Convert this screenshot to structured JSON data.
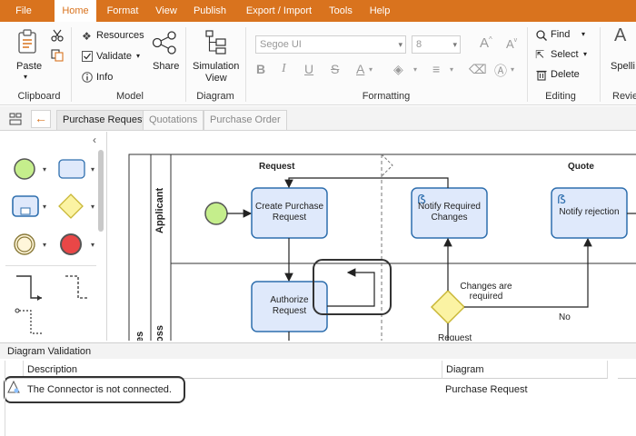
{
  "menu": {
    "items": [
      "File",
      "Home",
      "Format",
      "View",
      "Publish",
      "Export / Import",
      "Tools",
      "Help"
    ],
    "active": "Home"
  },
  "ribbon": {
    "clipboard": {
      "paste": "Paste",
      "label": "Clipboard"
    },
    "model": {
      "resources": "Resources",
      "validate": "Validate",
      "info": "Info",
      "share": "Share",
      "label": "Model"
    },
    "diagram": {
      "simulation_line1": "Simulation",
      "simulation_line2": "View",
      "label": "Diagram"
    },
    "formatting": {
      "font": "Segoe UI",
      "size": "8",
      "label": "Formatting"
    },
    "editing": {
      "find": "Find",
      "select": "Select",
      "delete": "Delete",
      "label": "Editing"
    },
    "review": {
      "spelling": "Spelli",
      "label": "Revie"
    }
  },
  "doc_tabs": [
    "Purchase Request",
    "Quotations",
    "Purchase Order"
  ],
  "diagram": {
    "section_request": "Request",
    "section_quote": "Quote",
    "lane_applicant": "Applicant",
    "lane_second_partial": "oss",
    "lane_third_partial": "es",
    "task_create": [
      "Create Purchase",
      "Request"
    ],
    "task_authorize": [
      "Authorize",
      "Request"
    ],
    "task_notify_changes": [
      "Notify Required",
      "Changes"
    ],
    "task_notify_rejection": "Notify rejection",
    "label_changes": [
      "Changes are",
      "required"
    ],
    "label_no": "No",
    "label_request_cut": "Request"
  },
  "validation": {
    "title": "Diagram Validation",
    "columns": [
      "Description",
      "Diagram"
    ],
    "rows": [
      {
        "description": "The Connector is not connected.",
        "diagram": "Purchase Request"
      }
    ]
  },
  "colors": {
    "accent": "#d9731e",
    "task_fill": "#dfe9fb",
    "task_stroke": "#2f6fae",
    "start_fill": "#c5ee8c",
    "gateway_fill": "#fbf3a3",
    "end_fill": "#e94747"
  }
}
